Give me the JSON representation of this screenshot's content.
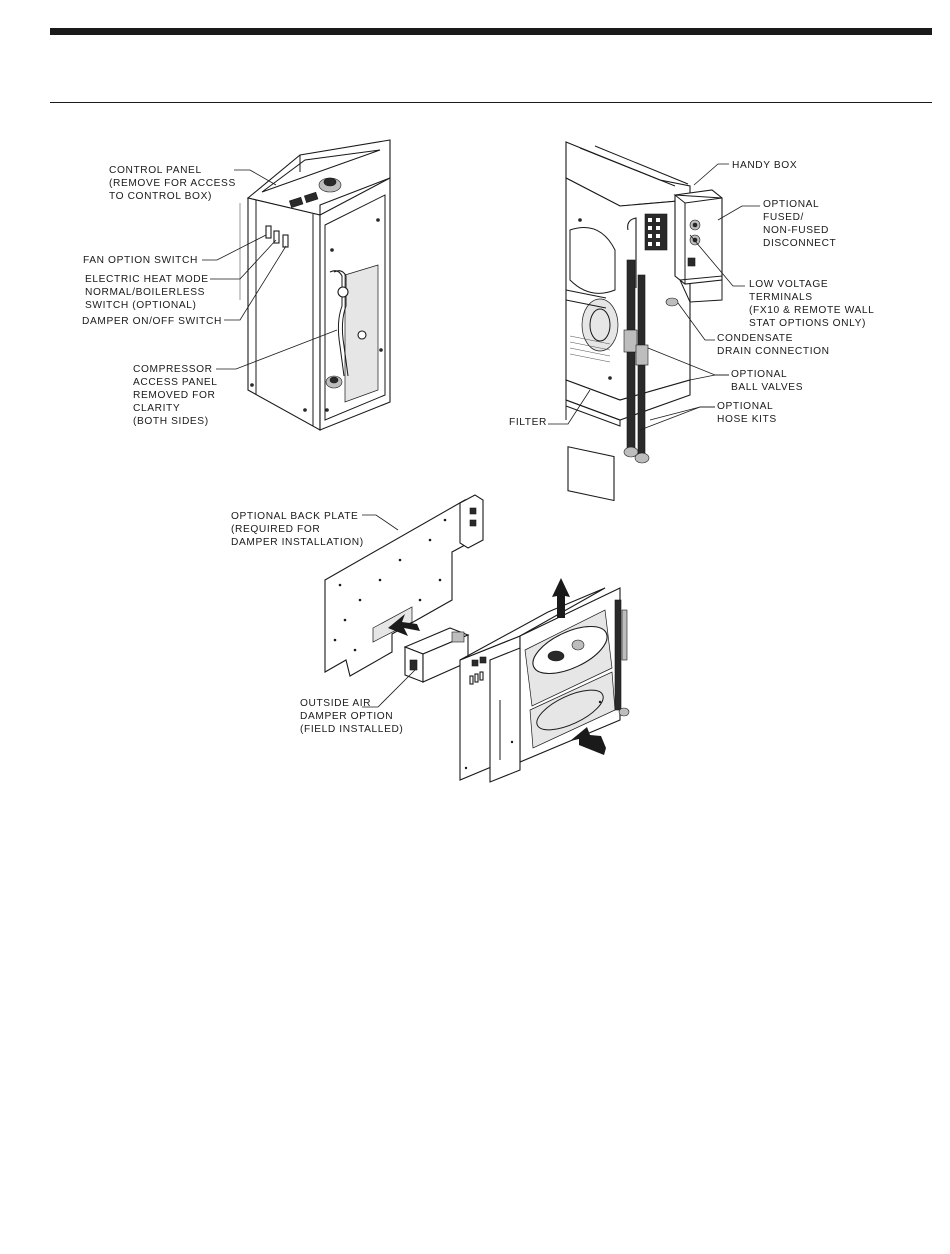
{
  "figures": {
    "left_unit": {
      "control_panel": [
        "CONTROL PANEL",
        "(REMOVE FOR ACCESS",
        "TO CONTROL BOX)"
      ],
      "fan_option_switch": [
        "FAN OPTION SWITCH"
      ],
      "electric_heat_mode": [
        "ELECTRIC HEAT MODE",
        "NORMAL/BOILERLESS",
        "SWITCH (OPTIONAL)"
      ],
      "damper_switch": [
        "DAMPER ON/OFF SWITCH"
      ],
      "compressor_panel": [
        "COMPRESSOR",
        "ACCESS PANEL",
        "REMOVED FOR",
        "CLARITY",
        "(BOTH SIDES)"
      ]
    },
    "right_unit": {
      "handy_box": [
        "HANDY BOX"
      ],
      "disconnect": [
        "OPTIONAL",
        "FUSED/",
        "NON-FUSED",
        "DISCONNECT"
      ],
      "low_voltage": [
        "LOW VOLTAGE",
        "TERMINALS",
        "(FX10 & REMOTE WALL",
        "STAT OPTIONS ONLY)"
      ],
      "condensate": [
        "CONDENSATE",
        "DRAIN CONNECTION"
      ],
      "ball_valves": [
        "OPTIONAL",
        "BALL VALVES"
      ],
      "hose_kits": [
        "OPTIONAL",
        "HOSE KITS"
      ],
      "filter": [
        "FILTER"
      ]
    },
    "bottom_unit": {
      "back_plate": [
        "OPTIONAL BACK PLATE",
        "(REQUIRED FOR",
        "DAMPER INSTALLATION)"
      ],
      "outside_air": [
        "OUTSIDE AIR",
        "DAMPER OPTION",
        "(FIELD INSTALLED)"
      ]
    }
  }
}
